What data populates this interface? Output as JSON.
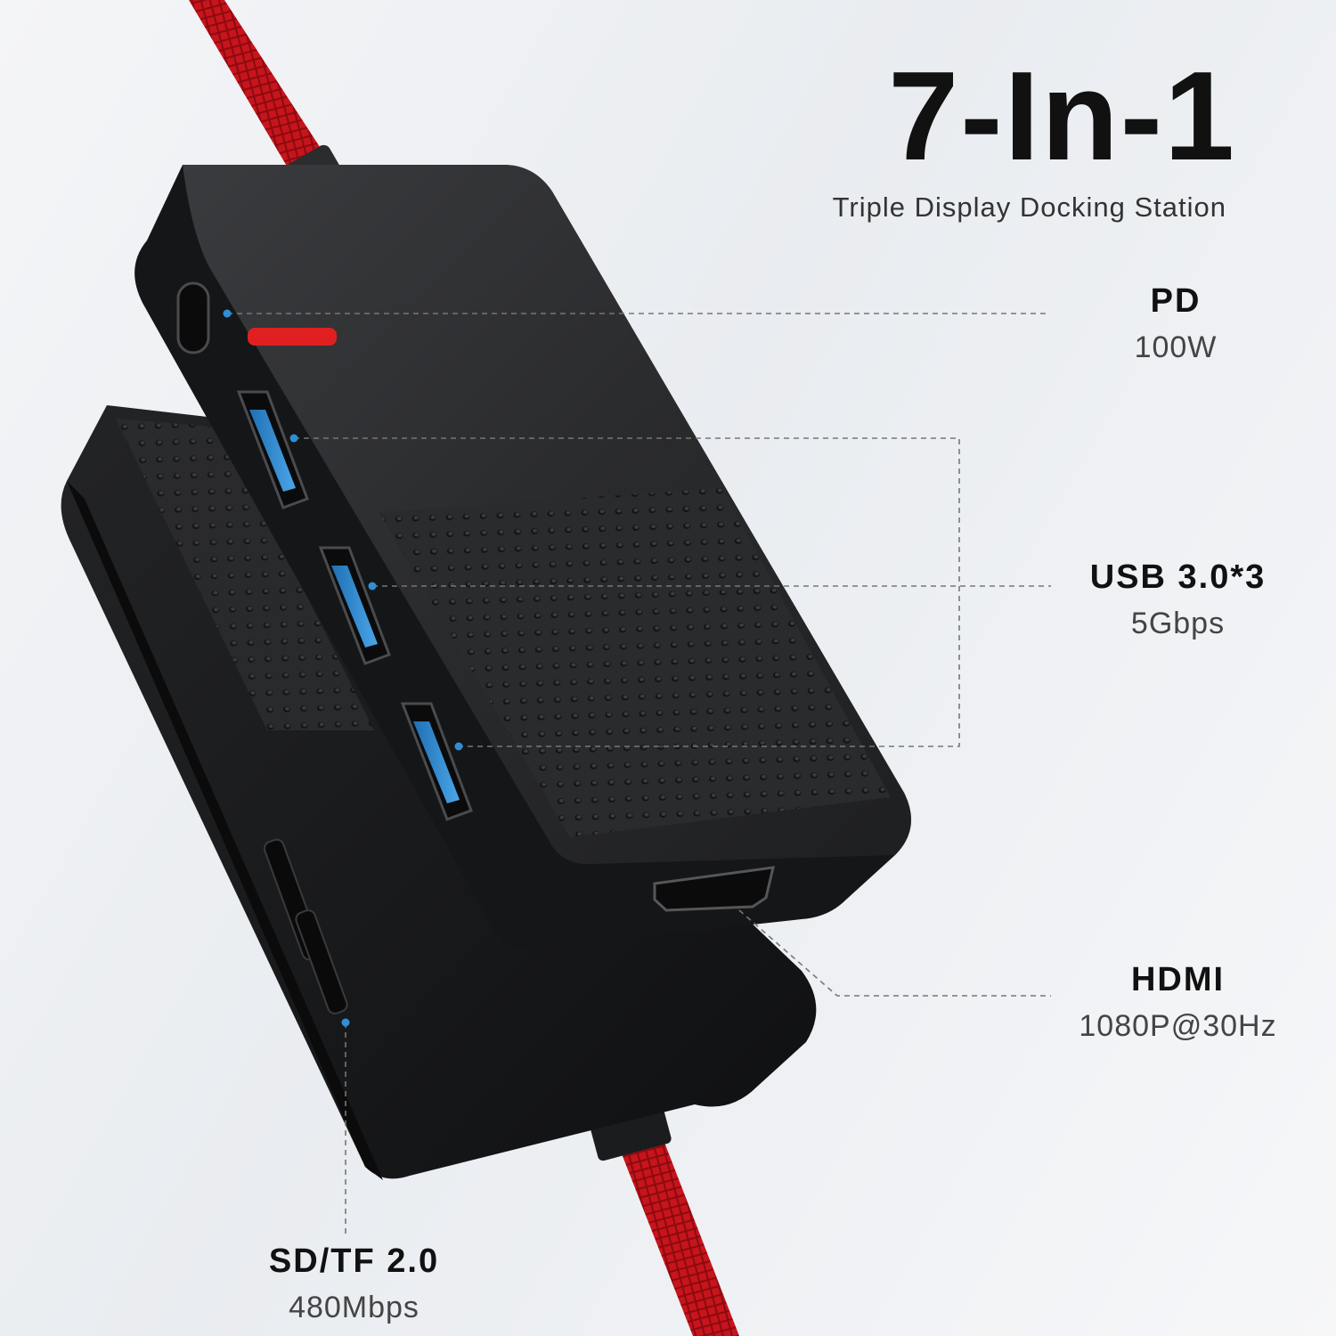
{
  "header": {
    "title": "7-In-1",
    "subtitle": "Triple Display Docking Station"
  },
  "specs": {
    "pd": {
      "name": "PD",
      "value": "100W"
    },
    "usb": {
      "name": "USB 3.0*3",
      "value": "5Gbps"
    },
    "hdmi": {
      "name": "HDMI",
      "value": "1080P@30Hz"
    },
    "sd": {
      "name": "SD/TF 2.0",
      "value": "480Mbps"
    }
  },
  "colors": {
    "cable_red": "#c8141c",
    "body_black": "#1c1d1f",
    "accent_blue": "#2e8fd6",
    "accent_red": "#e02020"
  },
  "icons": [
    "usb-c-port-icon",
    "usb-a-port-icon",
    "hdmi-port-icon",
    "sd-slot-icon",
    "tf-slot-icon"
  ]
}
